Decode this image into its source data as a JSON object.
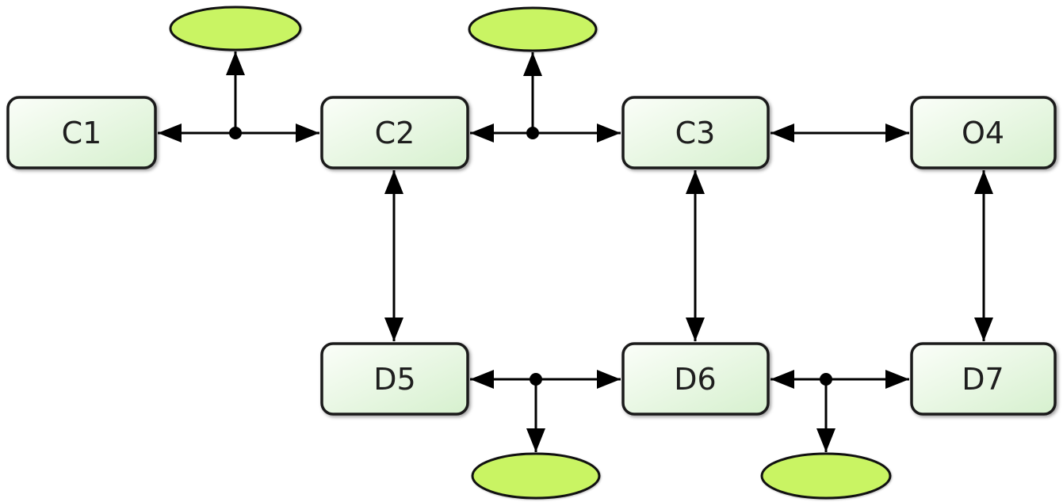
{
  "diagram": {
    "type": "graph",
    "colors": {
      "background": "#ffffff",
      "node_fill_light": "#fbfef9",
      "node_fill_dark": "#d6f0ce",
      "node_border": "#1a1a1a",
      "ellipse_fill": "#c9f463",
      "ellipse_border": "#111111",
      "edge": "#000000",
      "label_text": "#1e1e1e"
    },
    "nodes": [
      {
        "id": "C1",
        "label": "C1",
        "row": "top"
      },
      {
        "id": "C2",
        "label": "C2",
        "row": "top"
      },
      {
        "id": "C3",
        "label": "C3",
        "row": "top"
      },
      {
        "id": "O4",
        "label": "O4",
        "row": "top"
      },
      {
        "id": "D5",
        "label": "D5",
        "row": "bottom"
      },
      {
        "id": "D6",
        "label": "D6",
        "row": "bottom"
      },
      {
        "id": "D7",
        "label": "D7",
        "row": "bottom"
      }
    ],
    "ellipses": [
      {
        "id": "top-left-ellipse",
        "label": "",
        "attached_to_edge": "C1-C2"
      },
      {
        "id": "top-middle-ellipse",
        "label": "",
        "attached_to_edge": "C2-C3"
      },
      {
        "id": "bottom-middle-ellipse",
        "label": "",
        "attached_to_edge": "D5-D6"
      },
      {
        "id": "bottom-right-ellipse",
        "label": "",
        "attached_to_edge": "D6-D7"
      }
    ],
    "edges": [
      {
        "from": "C1",
        "to": "C2",
        "style": "double-arrow",
        "junction_dot": true,
        "junction_target": "top-left-ellipse"
      },
      {
        "from": "C2",
        "to": "C3",
        "style": "double-arrow",
        "junction_dot": true,
        "junction_target": "top-middle-ellipse"
      },
      {
        "from": "C3",
        "to": "O4",
        "style": "double-arrow",
        "junction_dot": false
      },
      {
        "from": "C2",
        "to": "D5",
        "style": "double-arrow",
        "junction_dot": false
      },
      {
        "from": "C3",
        "to": "D6",
        "style": "double-arrow",
        "junction_dot": false
      },
      {
        "from": "O4",
        "to": "D7",
        "style": "double-arrow",
        "junction_dot": false
      },
      {
        "from": "D5",
        "to": "D6",
        "style": "double-arrow",
        "junction_dot": true,
        "junction_target": "bottom-middle-ellipse"
      },
      {
        "from": "D6",
        "to": "D7",
        "style": "double-arrow",
        "junction_dot": true,
        "junction_target": "bottom-right-ellipse"
      }
    ]
  }
}
